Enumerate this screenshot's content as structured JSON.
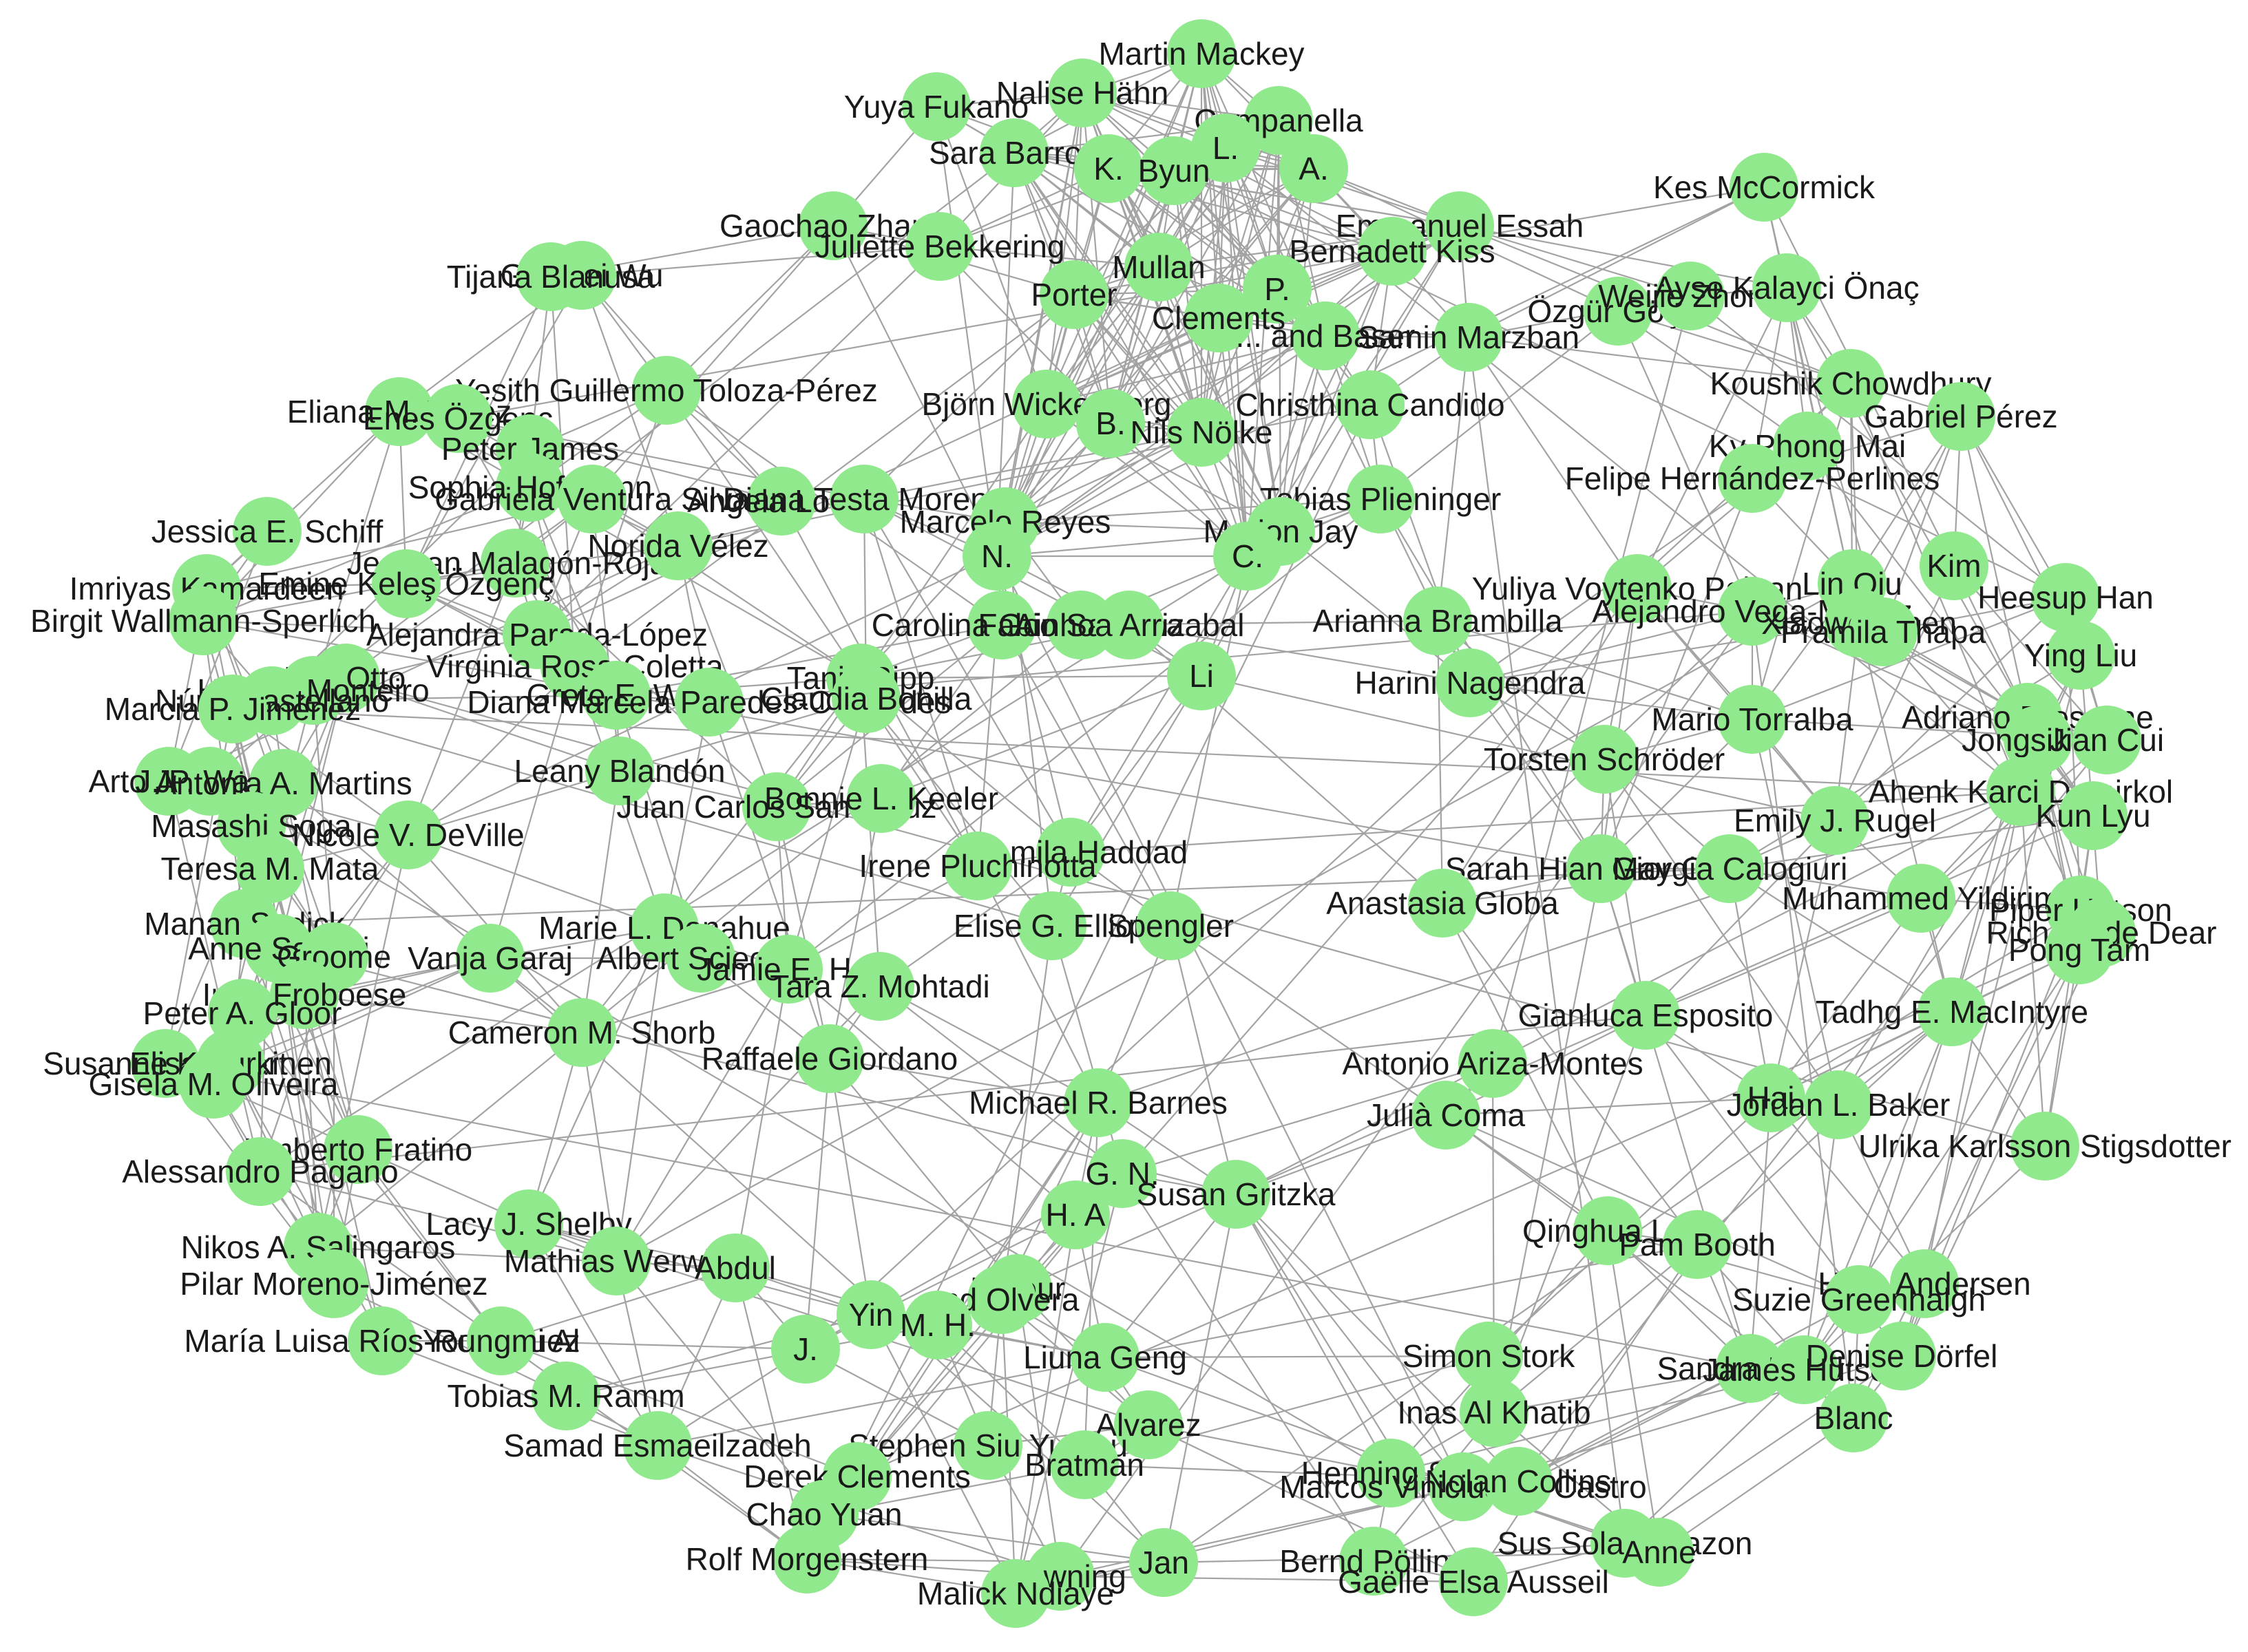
{
  "diagram": {
    "type": "network",
    "node_color": "#90e98c",
    "edge_color": "#a3a3a3",
    "label_color": "#1a1a1a",
    "nodes": [
      "Martin Mackey",
      "Yuya Fukano",
      "Nalise Hähn",
      "Campanella",
      "Sara Barron",
      "L.",
      "K.",
      "Byun",
      "A.",
      "Gaochao Zhang",
      "Juliette Bekkering",
      "Emmanuel Essah",
      "Kes McCormick",
      "Guowei Wu",
      "Tijana Blanusa",
      "Mullan",
      "Bernadett Kiss",
      "Porter",
      "P.",
      "Clements",
      "... and Baser",
      "Samin Marzban",
      "Özgür Göçer",
      "Weijie Zhong",
      "Ayse Kalayci Önaç",
      "Yesith Guillermo Toloza-Pérez",
      "Eliana M. Téllez",
      "Enes Özgenç",
      "Björn Wickenberg",
      "B.",
      "Nils Nölke",
      "Christhina Candido",
      "Koushik Chowdhury",
      "Gabriel Pérez",
      "Peter James",
      "Ky Phong Mai",
      "Felipe Hernández-Perlines",
      "Sophia Hoffmann",
      "Gabriela Ventura Silva",
      "Angela Loder",
      "Diana Testa Moreno",
      "Marcelo Reyes",
      "Tobias Plieninger",
      "Marion Jay",
      "N.",
      "C.",
      "Jessica E. Schiff",
      "Jeadran Malagón-Rojas",
      "Norida Vélez",
      "Emine Keleş Özgenç",
      "Imriyas Kamardeen",
      "Kim",
      "Heesup Han",
      "Yuliya Voytenko Palgan",
      "Lin Qiu",
      "Alejandro Vega-Muñoz",
      "Xiaowei Chen",
      "Pramila Thapa",
      "Birgit Wallmann-Sperlich",
      "Carolina Gonzalez",
      "Fabio Santana",
      "Ainhoa Arrizabal",
      "Arianna Brambilla",
      "Ying Liu",
      "Alejandra Parada-López",
      "Virginia Rosa Coletta",
      "Tim Otto",
      "Helena Monteiro",
      "Núria Castellano",
      "Marcia P. Jiménez",
      "Grete E. Wilt",
      "Diana Marcela Paredes-Céspedes",
      "Tanja Bipp",
      "Claudia Bonilla",
      "Harini Nagendra",
      "Li",
      "Mario Torralba",
      "Adriano Bressane",
      "Jongsik Yu",
      "Jian Cui",
      "Torsten Schröder",
      "Arto Juhola",
      "J. P. Wang",
      "Antonia A. Martins",
      "Leany Blandón",
      "Juan Carlos Santacruz",
      "Bonnie L. Keeler",
      "Emily J. Rugel",
      "Ahenk Karci Demirkol",
      "Kun Lyu",
      "Masashi Soga",
      "Nicole V. DeVille",
      "Shamila Haddad",
      "Teresa M. Mata",
      "Irene Pluchinotta",
      "Sarah Hian May Chan",
      "Giorgia Calogiuri",
      "Anastasia Globa",
      "Muhammed Yildirim",
      "Piper Hutson",
      "Richard de Dear",
      "Pong Tam",
      "Manan Sadick",
      "Anne Sabatti",
      "Groome",
      "Vanja Garaj",
      "Marie L. Donahue",
      "Albert Sciecius",
      "Jamie E. Har",
      "Elise G. Elliott",
      "Spengler",
      "Tara Z. Mohtadi",
      "Ingo Froboese",
      "Peter A. Gloor",
      "Gianluca Esposito",
      "Tadhg E. MacIntyre",
      "Cameron M. Shorb",
      "Raffaele Giordano",
      "Antonio Ariza-Montes",
      "Susanne Kuhnert",
      "Elisa Kurkinen",
      "Gisela M. Oliveira",
      "Michael R. Barnes",
      "Julià Coma",
      "Hai",
      "Jordan L. Baker",
      "Ulrika Karlsson Stigsdotter",
      "Umberto Fratino",
      "Alessandro Pagano",
      "G. N.",
      "Susan Gritzka",
      "H. A",
      "Lacy J. Shelby",
      "Nikos A. Salingaros",
      "Mathias Werwie",
      "Abdul",
      "Qinghua Lei",
      "Pam Booth",
      "Pilar Moreno-Jiménez",
      "Dmour",
      "and Olvera",
      "Yin",
      "M. H.",
      "Hilsa Andersen",
      "Suzie Greenhalgh",
      "María Luisa Ríos-Rodríguez",
      "Youngmi Al",
      "J.",
      "Liuna Geng",
      "Simon Stork",
      "Sandra Lloyd",
      "James Hutson",
      "Denise Dörfel",
      "Tobias M. Ramm",
      "Inas Al Khatib",
      "Alvarez",
      "Blanc",
      "Samad Esmaeilzadeh",
      "Stephen Siu Yu Lau",
      "Derek Clements",
      "Bratman",
      "Henning Seil",
      "Marcos Vinicius de Castro",
      "Nolan Collins",
      "Chao Yuan",
      "Sus Sola Corazon",
      "Anne",
      "Rolf Morgenstern",
      "Jan",
      "Bernd Pölling",
      "Browning",
      "Malick Ndiaye",
      "Gaëlle Elsa Ausseil"
    ]
  }
}
